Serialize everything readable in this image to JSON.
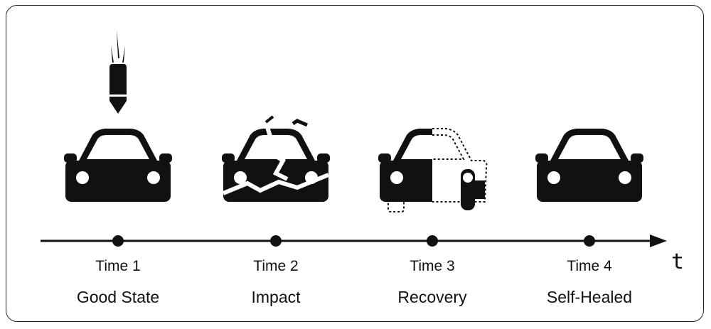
{
  "axis_label": "t",
  "stages": [
    {
      "time": "Time 1",
      "state": "Good State",
      "car": "intact-car-icon"
    },
    {
      "time": "Time 2",
      "state": "Impact",
      "car": "smashed-car-icon"
    },
    {
      "time": "Time 3",
      "state": "Recovery",
      "car": "half-rebuilt-car-icon"
    },
    {
      "time": "Time 4",
      "state": "Self-Healed",
      "car": "healed-car-icon"
    }
  ],
  "projectile": "falling-missile-icon",
  "colors": {
    "ink": "#111111",
    "frame": "#222222",
    "background": "#ffffff"
  }
}
